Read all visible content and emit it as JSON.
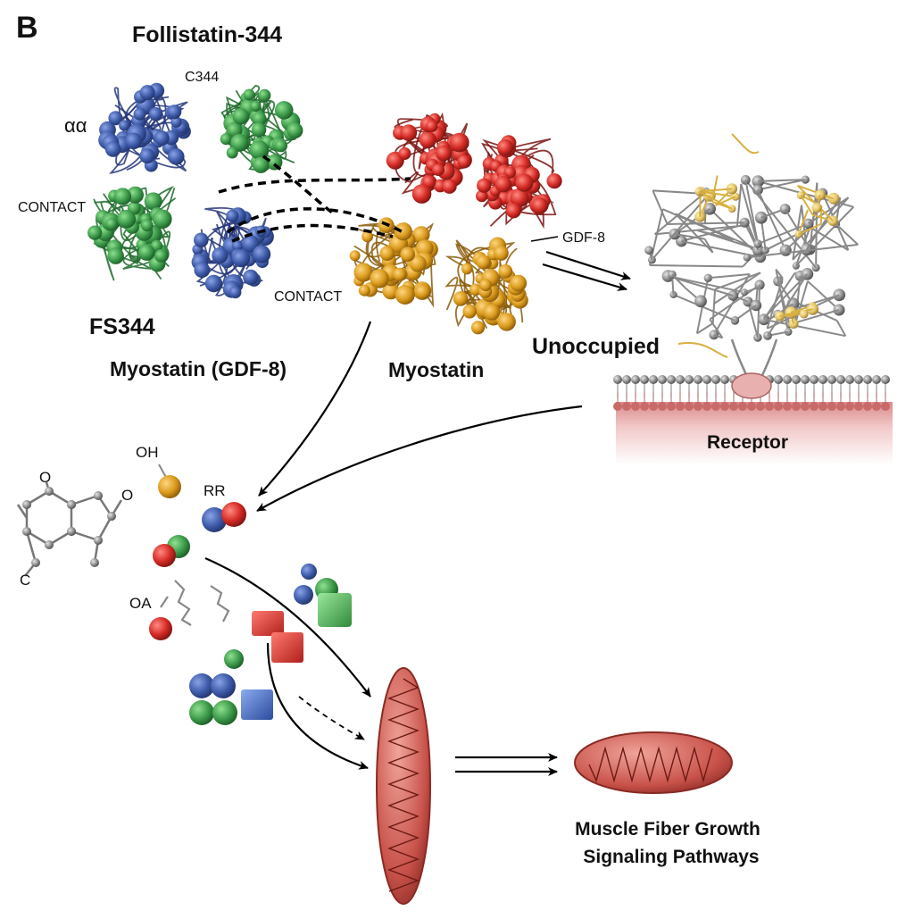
{
  "panel_letter": "B",
  "labels": {
    "follistatin_title": "Follistatin-344",
    "c344": "C344",
    "alpha": "αα",
    "contact_left": "CONTACT",
    "contact_center": "CONTACT",
    "fs344": "FS344",
    "myostatin_gdf8": "Myostatin (GDF-8)",
    "myostatin": "Myostatin",
    "gdf8": "GDF-8",
    "unoccupied": "Unoccupied",
    "receptor": "Receptor",
    "oh": "OH",
    "o_top": "O",
    "o_right": "O",
    "c_left": "C",
    "rr": "RR",
    "oa": "OA",
    "muscle_line1": "Muscle Fiber Growth",
    "muscle_line2": "Signaling Pathways"
  },
  "colors": {
    "follistatin_blue": "#3d5aa8",
    "follistatin_green": "#3c9a4a",
    "myostatin_red": "#d42a25",
    "myostatin_gold": "#d99a1c",
    "receptor_gray": "#8a8a8a",
    "receptor_yellow": "#e2b84a",
    "membrane_pink": "#d88a8a",
    "fiber_red": "#c8524a"
  }
}
